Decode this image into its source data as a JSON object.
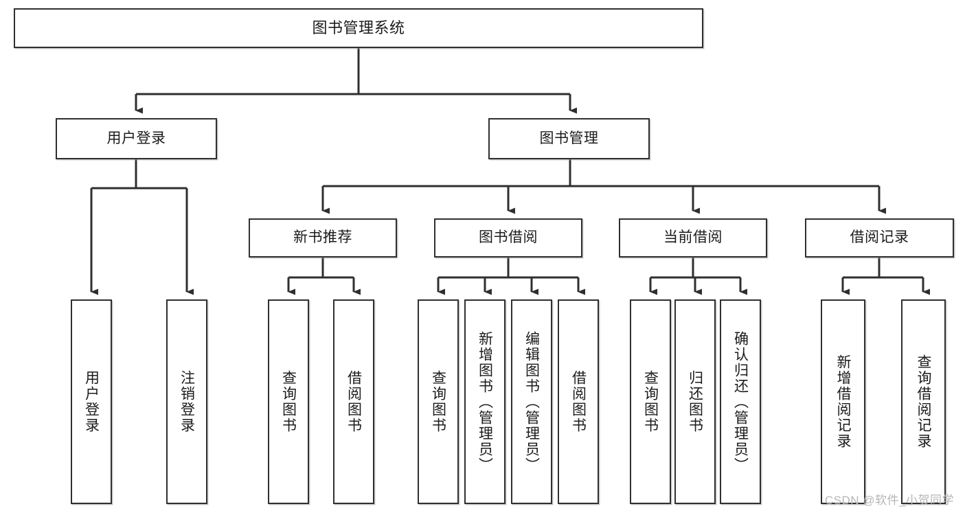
{
  "diagram": {
    "title": "图书管理系统",
    "watermark": "CSDN @软件_小贺同学",
    "colors": {
      "box_border": "#2f2f2f",
      "box_fill": "#ffffff",
      "edge": "#2f2f2f",
      "text": "#1b1b1b",
      "watermark": "#b6b6b6"
    },
    "nodes": {
      "root": {
        "label": "图书管理系统"
      },
      "level1": [
        {
          "label": "用户登录"
        },
        {
          "label": "图书管理"
        }
      ],
      "level2": [
        {
          "label": "新书推荐"
        },
        {
          "label": "图书借阅"
        },
        {
          "label": "当前借阅"
        },
        {
          "label": "借阅记录"
        }
      ],
      "leaves": {
        "user_login": [
          {
            "label": "用户登录"
          },
          {
            "label": "注销登录"
          }
        ],
        "new_book_recommend": [
          {
            "label": "查询图书"
          },
          {
            "label": "借阅图书"
          }
        ],
        "book_borrow": [
          {
            "label": "查询图书"
          },
          {
            "label": "新增图书（管理员）"
          },
          {
            "label": "编辑图书（管理员）"
          },
          {
            "label": "借阅图书"
          }
        ],
        "current_borrow": [
          {
            "label": "查询图书"
          },
          {
            "label": "归还图书"
          },
          {
            "label": "确认归还（管理员）"
          }
        ],
        "borrow_record": [
          {
            "label": "新增借阅记录"
          },
          {
            "label": "查询借阅记录"
          }
        ]
      }
    }
  }
}
